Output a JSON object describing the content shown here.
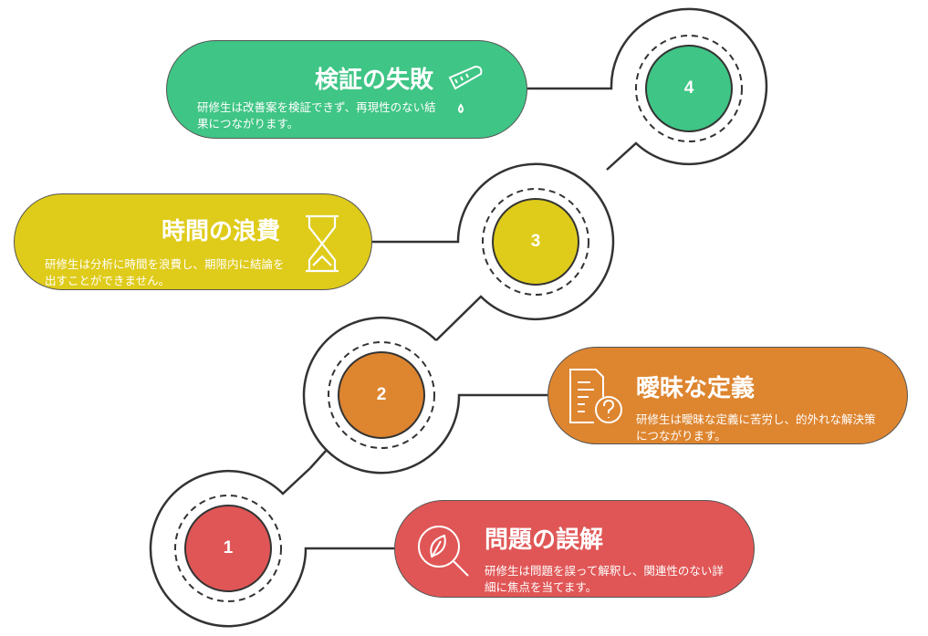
{
  "steps": [
    {
      "number": "1",
      "title": "問題の誤解",
      "description": "研修生は問題を誤って解釈し、関連性のない詳細に焦点を当てます。",
      "color": "#e05656",
      "icon": "magnifier-leaf-icon"
    },
    {
      "number": "2",
      "title": "曖昧な定義",
      "description": "研修生は曖昧な定義に苦労し、的外れな解決策につながります。",
      "color": "#de852f",
      "icon": "document-question-icon"
    },
    {
      "number": "3",
      "title": "時間の浪費",
      "description": "研修生は分析に時間を浪費し、期限内に結論を出すことができません。",
      "color": "#dfcb1a",
      "icon": "hourglass-icon"
    },
    {
      "number": "4",
      "title": "検証の失敗",
      "description": "研修生は改善案を検証できず、再現性のない結果につながります。",
      "color": "#3fc585",
      "icon": "test-tube-icon"
    }
  ]
}
